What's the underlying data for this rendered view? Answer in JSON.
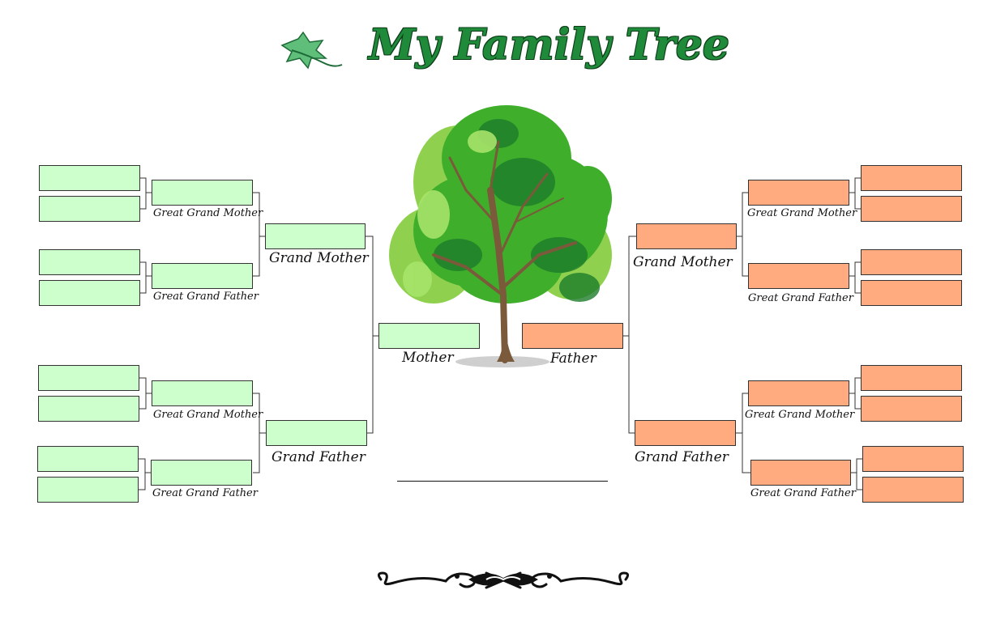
{
  "title": "My Family Tree",
  "labels": {
    "mother": "Mother",
    "father": "Father",
    "grand_mother": "Grand Mother",
    "grand_father": "Grand Father",
    "great_grand_mother": "Great Grand Mother",
    "great_grand_father": "Great Grand Father"
  },
  "colors": {
    "maternal_box": "#ccffcc",
    "paternal_box": "#ffaa7f",
    "title": "#1f8a3a"
  },
  "icons": [
    "leaf-icon",
    "tree-illustration",
    "flourish-ornament"
  ]
}
